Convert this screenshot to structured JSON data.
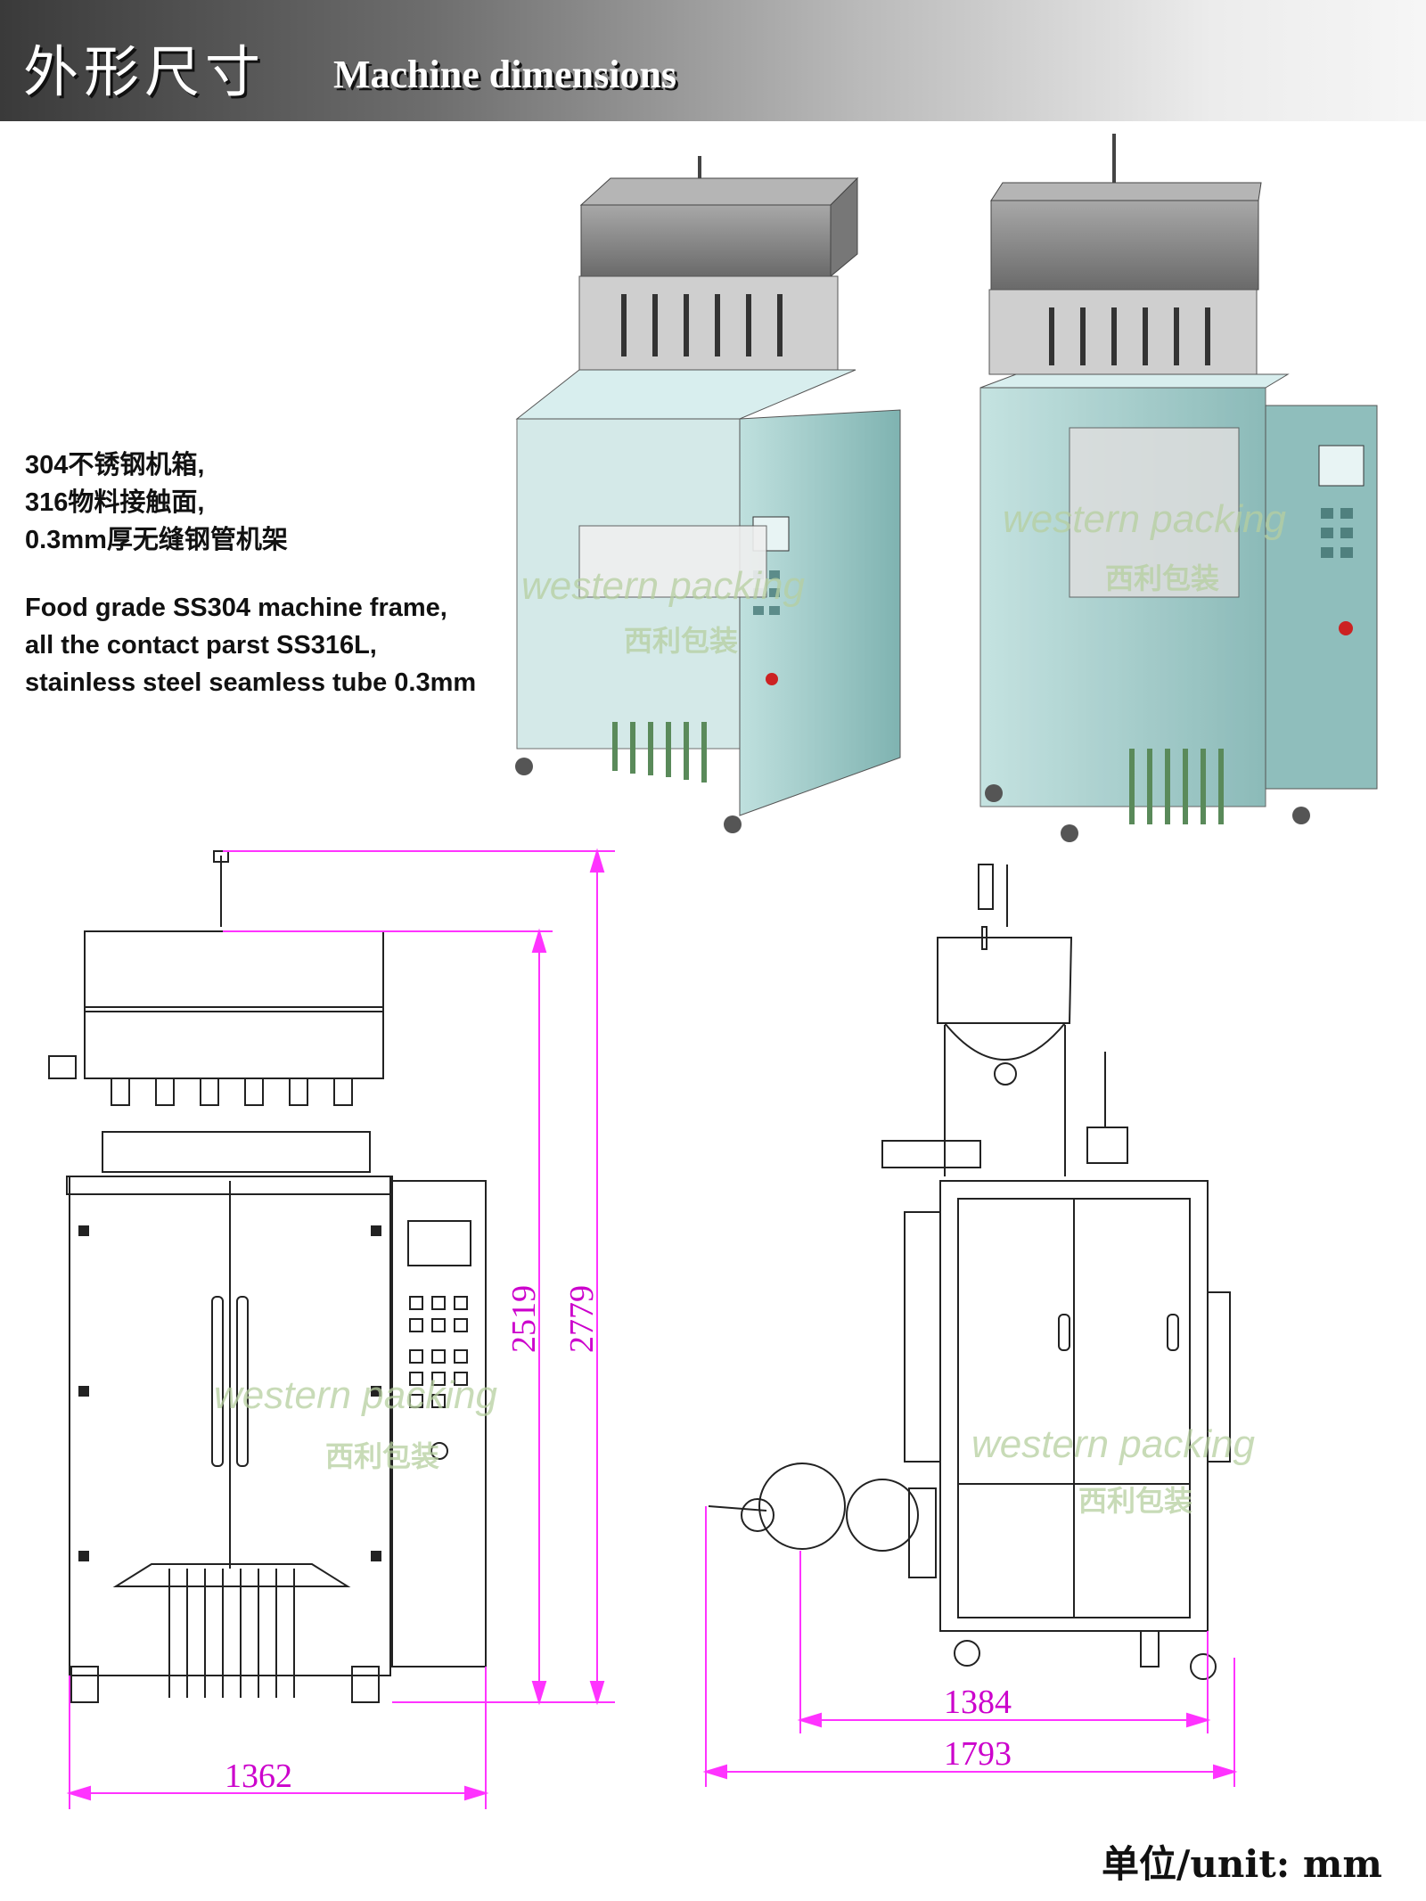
{
  "header": {
    "title_cn": "外形尺寸",
    "title_en": "Machine dimensions"
  },
  "specs_cn": [
    "304不锈钢机箱,",
    "316物料接触面,",
    "0.3mm厚无缝钢管机架"
  ],
  "specs_en": [
    "Food grade SS304 machine frame,",
    "all the contact parst SS316L,",
    "stainless steel seamless tube 0.3mm"
  ],
  "dimensions": {
    "inner_height": "2519",
    "total_height": "2779",
    "front_width": "1362",
    "side_inner_width": "1384",
    "side_total_width": "1793"
  },
  "watermark": {
    "en": "western packing",
    "cn": "西利包装"
  },
  "unit_label": "单位/unit: mm",
  "colors": {
    "dimension_line": "#ff33ff",
    "cabinet_render": "#9ec9c8",
    "hopper_render": "#8a8a8a"
  }
}
